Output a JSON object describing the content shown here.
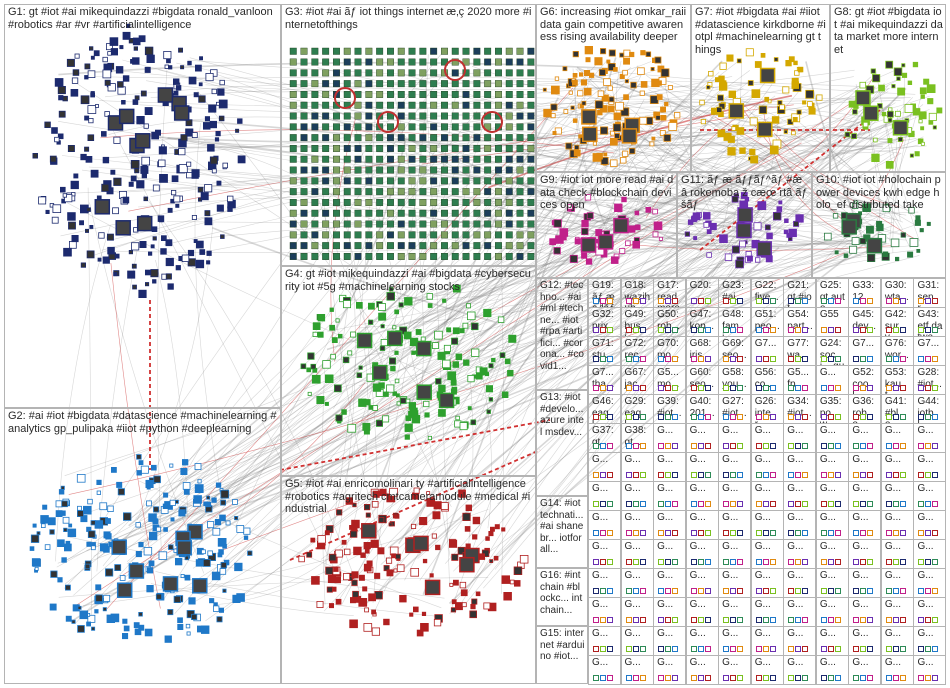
{
  "groups": [
    {
      "id": "G1",
      "label": "G1: gt #iot #ai mikequindazzi #bigdata ronald_vanloon #robotics #ar #vr #artificialintelligence"
    },
    {
      "id": "G2",
      "label": "G2: #ai #iot #bigdata #datascience #machinelearning #analytics gp_pulipaka #iiot #python #deeplearning"
    },
    {
      "id": "G3",
      "label": "G3: #iot #ai ãƒ iot things internet æ‚ç 2020 more #internetofthings"
    },
    {
      "id": "G4",
      "label": "G4: gt #iot mikequindazzi #ai #bigdata #cybersecurity iot #5g #machinelearning stocks"
    },
    {
      "id": "G5",
      "label": "G5: #iot #ai enricomolinari ty #artificialintelligence #robotics #agritech cmtcameramodule #medical #industrial"
    },
    {
      "id": "G6",
      "label": "G6: increasing #iot omkar_raii data gain competitive awareness rising availability deeper"
    },
    {
      "id": "G7",
      "label": "G7: #iot #bigdata #ai #iiot #datascience kirkdborne #iotpl #machinelearning gt things"
    },
    {
      "id": "G8",
      "label": "G8: gt #iot #bigdata iot #ai mikequindazzi data market more internet"
    },
    {
      "id": "G9",
      "label": "G9: #iot iot more read #ai data check #blockchain devices open"
    },
    {
      "id": "G10",
      "label": "G10: #iot iot #holochain power devices kwh edge holo_ef distributed take"
    },
    {
      "id": "G11",
      "label": "G11: ãƒ æ ãƒƒãƒ^ãƒ #æ â rokemoba ž cæœ rtã ãƒšãƒ"
    },
    {
      "id": "G12",
      "label": "G12: #techno... #ai #ml #techne... #iot #rpa #artifici... #corona... #covid1..."
    },
    {
      "id": "G13",
      "label": "G13: #iot #develo... azure intel msdev..."
    },
    {
      "id": "G14",
      "label": "G14: #iot technati... #ai shanebr... iotforall..."
    },
    {
      "id": "G15",
      "label": "G15: internet #arduino #iot..."
    },
    {
      "id": "G16",
      "label": "G16: #intchain #blockc... intchain..."
    }
  ],
  "small_labels": [
    "G19: ãƒ æ ç ªãƒ",
    "G18: wazihub...",
    "G17: read more #iot...",
    "G20:",
    "G23: #ai...",
    "G22: five...",
    "G21: gt #iot...",
    "G25: gt auto...",
    "G33: 12...",
    "G30: wta...",
    "G31: senr...",
    "G32: prix",
    "G49: busi...",
    "G50: rob...",
    "G47: kop...",
    "G48: fami...",
    "G51: peo...",
    "G54: part...",
    "G55",
    "G45: dev...",
    "G42: surv...",
    "G43: etf datwo...",
    "G71: stu...",
    "G72: rec...",
    "G70: mo...",
    "G68: iris",
    "G69: seo...",
    "G7...",
    "G77: wa...",
    "G24: soci... guar...",
    "G7...",
    "G76: wor...",
    "G7...",
    "G7... tha...",
    "G67: jac...",
    "G5... mo...",
    "G60: seo...",
    "G58: you...",
    "G56: co...",
    "G5... fp...",
    "G...",
    "G52: cool...",
    "G53: kaut...",
    "G28: #iot...",
    "G46: eagl...",
    "G29: eagl...",
    "G39: #iot...",
    "G40: 201...",
    "G27: #iot...",
    "G26: inter...",
    "G34: #iot...",
    "G35: pow...",
    "G36: robo...",
    "G41: #blo...",
    "G44: iotbl...",
    "G37: gt...",
    "G38: gt..."
  ],
  "layout_note": ""
}
